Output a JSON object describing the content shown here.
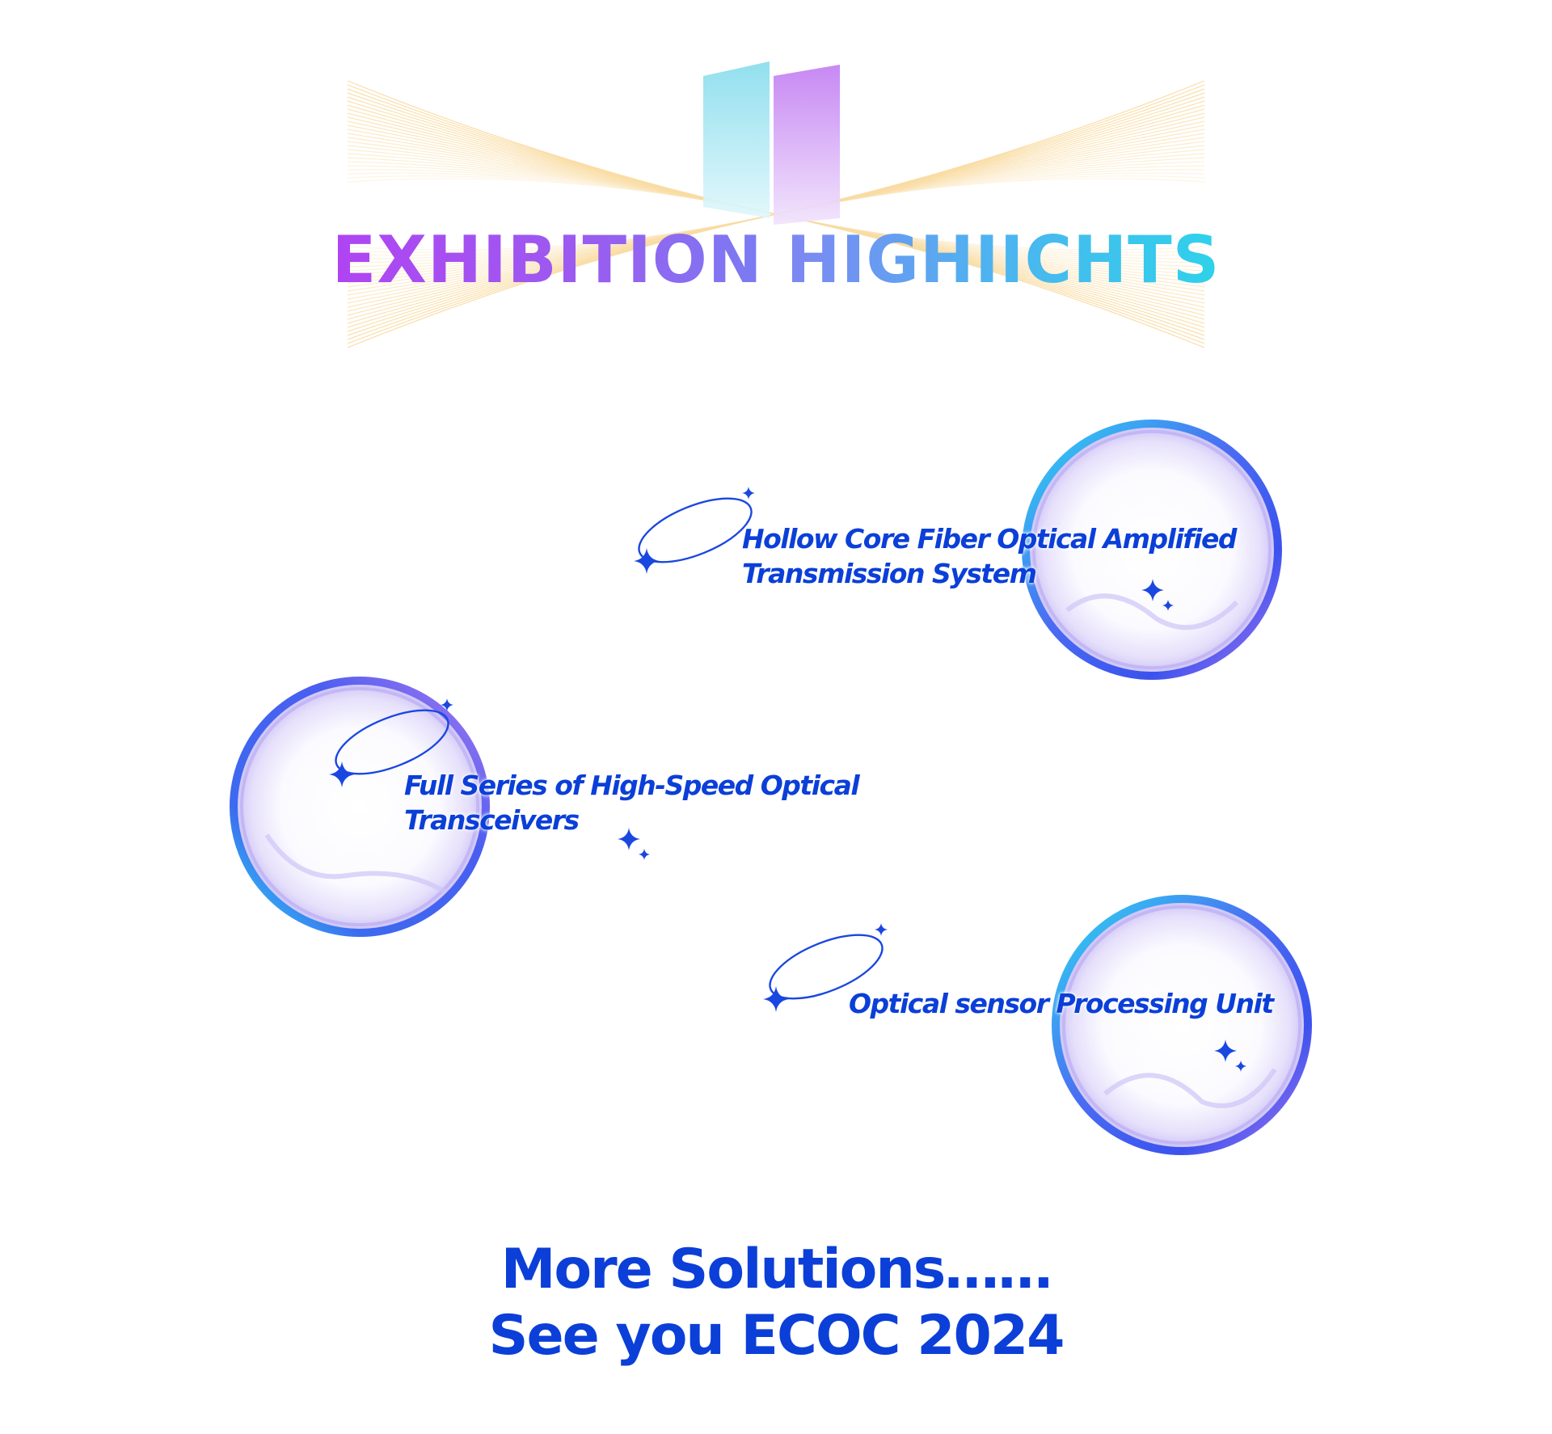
{
  "header": {
    "title_word1": "EXHIBITION",
    "title_word2": "HIGHIICHTS"
  },
  "highlights": [
    {
      "line1": "Hollow Core Fiber Optical Amplified",
      "line2": "Transmission System"
    },
    {
      "line1": "Full Series of High-Speed Optical",
      "line2": "Transceivers"
    },
    {
      "line1": "Optical sensor Processing Unit",
      "line2": ""
    }
  ],
  "closing": {
    "line1": "More Solutions……",
    "line2": "See you ECOC 2024"
  },
  "colors": {
    "text_blue": "#0b3fd8",
    "purple": "#b044f2",
    "cyan": "#2ed2ea",
    "ray_gold": "#f5c05a"
  },
  "icons": [
    "logo-panels-icon",
    "ray-burst-icon",
    "bubble-icon",
    "orbit-ring-icon",
    "sparkle-icon"
  ]
}
